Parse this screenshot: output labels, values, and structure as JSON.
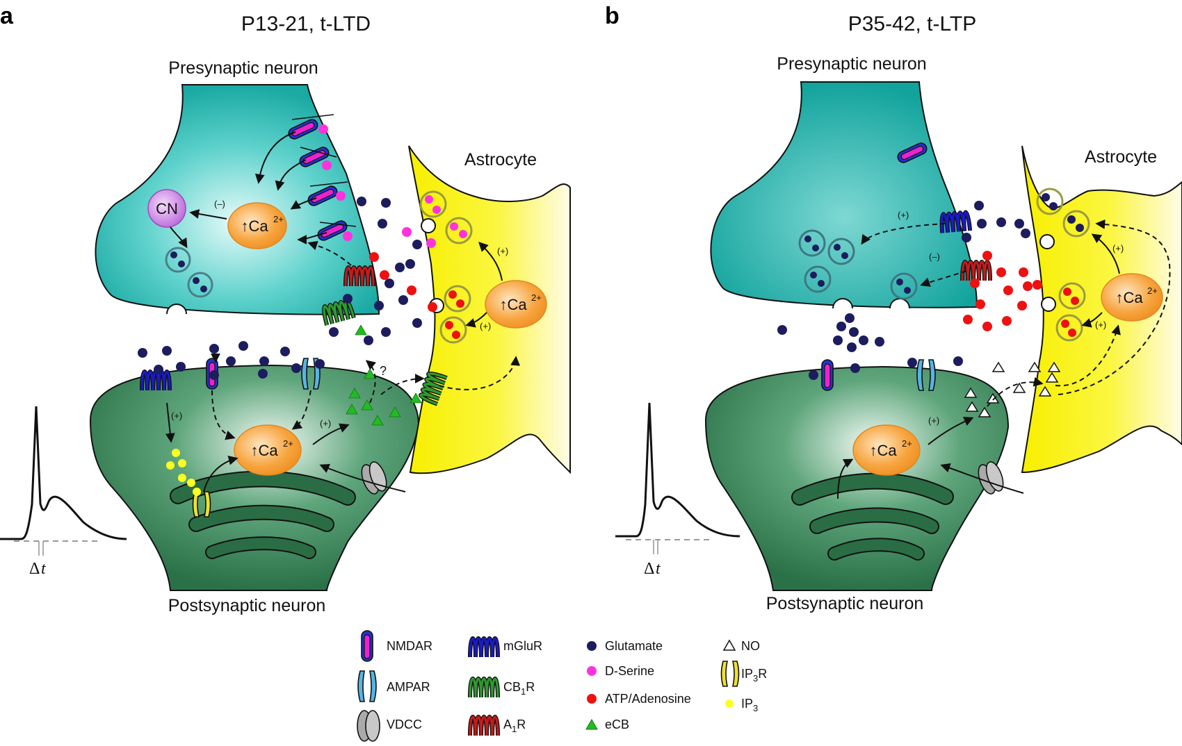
{
  "panels": [
    {
      "letter": "a",
      "title": "P13-21, t-LTD",
      "presynaptic_label": "Presynaptic neuron",
      "postsynaptic_label": "Postsynaptic neuron",
      "astrocyte_label": "Astrocyte",
      "ca_label": "↑Ca",
      "ca_charge": "2+",
      "cn_label": "CN",
      "minus_sign": "(–)",
      "plus_sign": "(+)",
      "question": "?",
      "delta": "Δ",
      "delta_t": "t"
    },
    {
      "letter": "b",
      "title": "P35-42, t-LTP",
      "presynaptic_label": "Presynaptic neuron",
      "postsynaptic_label": "Postsynaptic neuron",
      "astrocyte_label": "Astrocyte",
      "ca_label": "↑Ca",
      "ca_charge": "2+",
      "minus_sign": "(–)",
      "plus_sign": "(+)",
      "delta": "Δ",
      "delta_t": "t"
    }
  ],
  "legend": {
    "nmdar": "NMDAR",
    "ampar": "AMPAR",
    "vdcc": "VDCC",
    "mglur": "mGluR",
    "cb1r_main": "CB",
    "cb1r_sub": "1",
    "cb1r_end": "R",
    "a1r_main": "A",
    "a1r_sub": "1",
    "a1r_end": "R",
    "glutamate": "Glutamate",
    "dserine": "D-Serine",
    "atp": "ATP/Adenosine",
    "ecb": "eCB",
    "no": "NO",
    "ip3r_main": "IP",
    "ip3r_sub": "3",
    "ip3r_end": "R",
    "ip3_main": "IP",
    "ip3_sub": "3"
  },
  "colors": {
    "presynaptic": "#1fb3ad",
    "postsynaptic": "#2f7d4e",
    "astrocyte": "#f7f200",
    "calcium": "#f5a030",
    "cn": "#c97be0",
    "glutamate": "#1c1c5e",
    "dserine": "#ff33dd",
    "atp": "#ee1111",
    "ecb": "#22bb22",
    "ip3": "#ffff22",
    "nmdar_outer": "#2233cc",
    "nmdar_inner": "#ee22cc",
    "ampar": "#55b5e5",
    "vdcc": "#aaaaaa",
    "mglur": "#1a1acc",
    "cb1r": "#2e9a2e",
    "a1r": "#c81a1a",
    "ip3r": "#f0e030"
  }
}
